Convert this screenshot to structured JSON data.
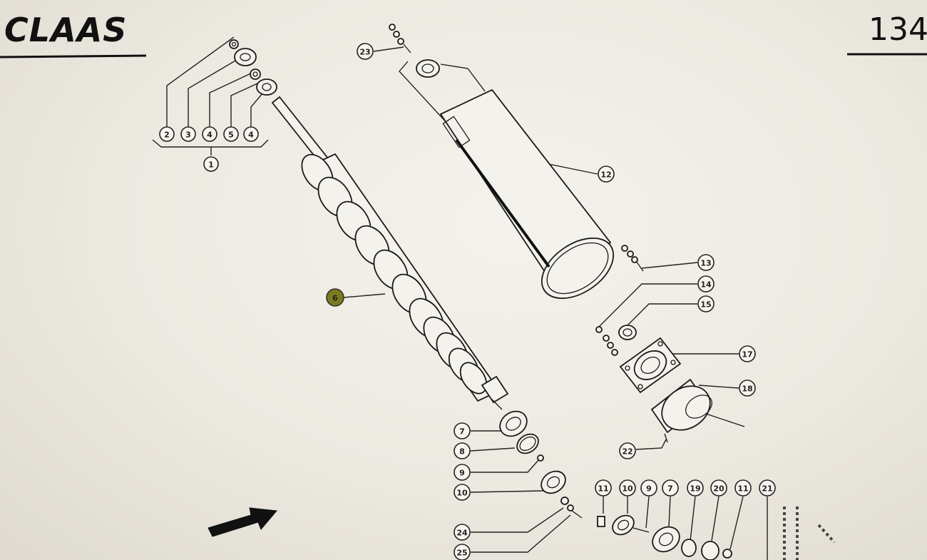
{
  "header": {
    "brand": "CLAAS",
    "page_number": "134"
  },
  "callouts": [
    {
      "id": "c1",
      "label": "1"
    },
    {
      "id": "c2",
      "label": "2"
    },
    {
      "id": "c3",
      "label": "3"
    },
    {
      "id": "c4a",
      "label": "4"
    },
    {
      "id": "c5",
      "label": "5"
    },
    {
      "id": "c4b",
      "label": "4"
    },
    {
      "id": "c23",
      "label": "23"
    },
    {
      "id": "c12",
      "label": "12"
    },
    {
      "id": "c13",
      "label": "13"
    },
    {
      "id": "c14",
      "label": "14"
    },
    {
      "id": "c15",
      "label": "15"
    },
    {
      "id": "c17",
      "label": "17"
    },
    {
      "id": "c18",
      "label": "18"
    },
    {
      "id": "c22",
      "label": "22"
    },
    {
      "id": "c6",
      "label": "6"
    },
    {
      "id": "c7",
      "label": "7"
    },
    {
      "id": "c8",
      "label": "8"
    },
    {
      "id": "c9",
      "label": "9"
    },
    {
      "id": "c10",
      "label": "10"
    },
    {
      "id": "c24",
      "label": "24"
    },
    {
      "id": "c25",
      "label": "25"
    },
    {
      "id": "cb11a",
      "label": "11"
    },
    {
      "id": "cb10",
      "label": "10"
    },
    {
      "id": "cb9",
      "label": "9"
    },
    {
      "id": "cb7",
      "label": "7"
    },
    {
      "id": "cb19",
      "label": "19"
    },
    {
      "id": "cb20",
      "label": "20"
    },
    {
      "id": "cb11b",
      "label": "11"
    },
    {
      "id": "cb21",
      "label": "21"
    }
  ]
}
